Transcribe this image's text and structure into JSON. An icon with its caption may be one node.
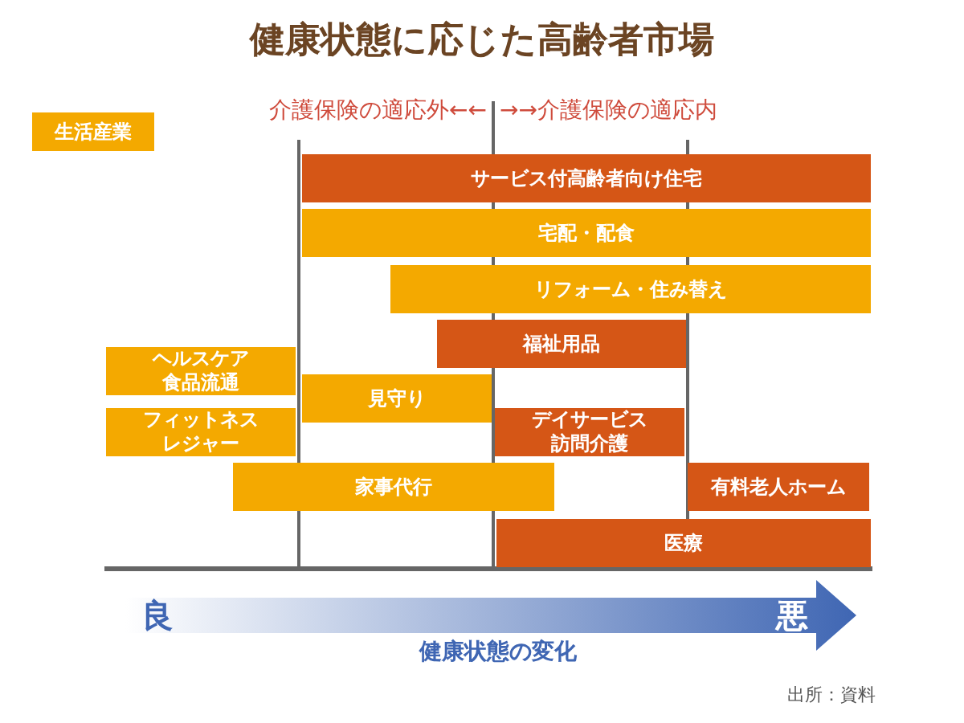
{
  "diagram": {
    "title": "健康状態に応じた高齢者市場",
    "nodes": [
      {
        "text": [
          "サービス付高齢者向け住宅"
        ]
      },
      {
        "text": [
          "宅配・配食"
        ]
      },
      {
        "text": [
          "リフォーム・住み替え"
        ]
      },
      {
        "text": [
          "福祉用品"
        ]
      },
      {
        "text": [
          "ヘルスケア食品流通"
        ]
      },
      {
        "text": [
          "見守り"
        ]
      },
      {
        "text": [
          "フィットネスレジャー"
        ]
      },
      {
        "text": [
          "デイサービス訪問介護"
        ]
      },
      {
        "text": [
          "家事代行"
        ]
      },
      {
        "text": [
          "有料老人ホーム"
        ]
      },
      {
        "text": [
          "医療"
        ]
      }
    ],
    "labels": [
      "介護保険の適応外←←",
      "→→介護保険の適応内",
      "良",
      "悪",
      "健康状態の変化",
      "出所：資料"
    ],
    "legend": [
      {
        "text": "生活産業",
        "color": "#f4a900"
      }
    ]
  }
}
